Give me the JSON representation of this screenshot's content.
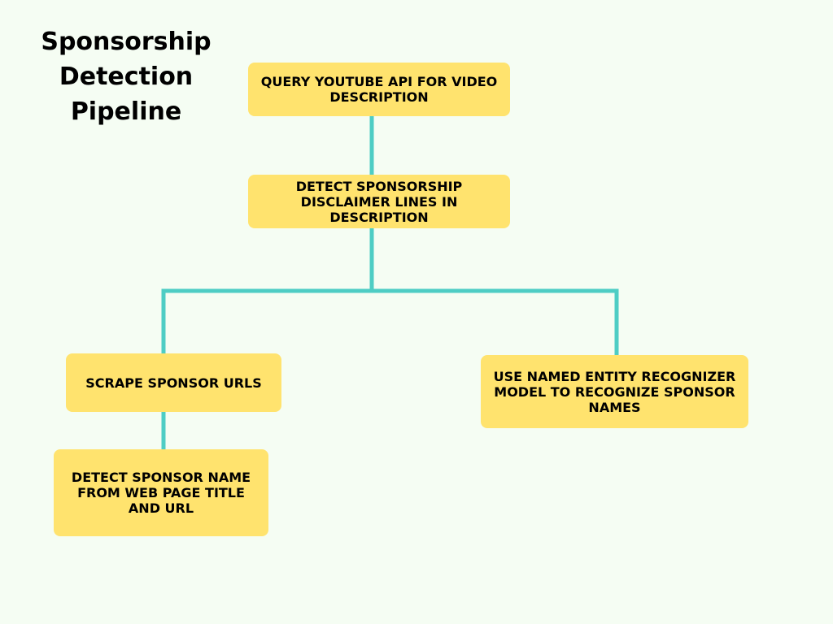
{
  "title": {
    "lines": [
      "Sponsorship",
      "Detection",
      "Pipeline"
    ]
  },
  "colors": {
    "background": "#f5fdf3",
    "node_fill": "#ffe36e",
    "connector": "#4ecdc4",
    "text": "#000000"
  },
  "nodes": [
    {
      "id": "query-api",
      "label": "QUERY YOUTUBE API FOR VIDEO DESCRIPTION"
    },
    {
      "id": "detect-disclaimer",
      "label": "DETECT SPONSORSHIP DISCLAIMER LINES IN DESCRIPTION"
    },
    {
      "id": "scrape-urls",
      "label": "SCRAPE SPONSOR URLS"
    },
    {
      "id": "ner-model",
      "label": "USE NAMED ENTITY RECOGNIZER MODEL TO RECOGNIZE SPONSOR NAMES"
    },
    {
      "id": "detect-name",
      "label": "DETECT SPONSOR NAME FROM WEB PAGE TITLE AND URL"
    }
  ],
  "edges": [
    {
      "from": "query-api",
      "to": "detect-disclaimer"
    },
    {
      "from": "detect-disclaimer",
      "to": "scrape-urls"
    },
    {
      "from": "detect-disclaimer",
      "to": "ner-model"
    },
    {
      "from": "scrape-urls",
      "to": "detect-name"
    }
  ]
}
